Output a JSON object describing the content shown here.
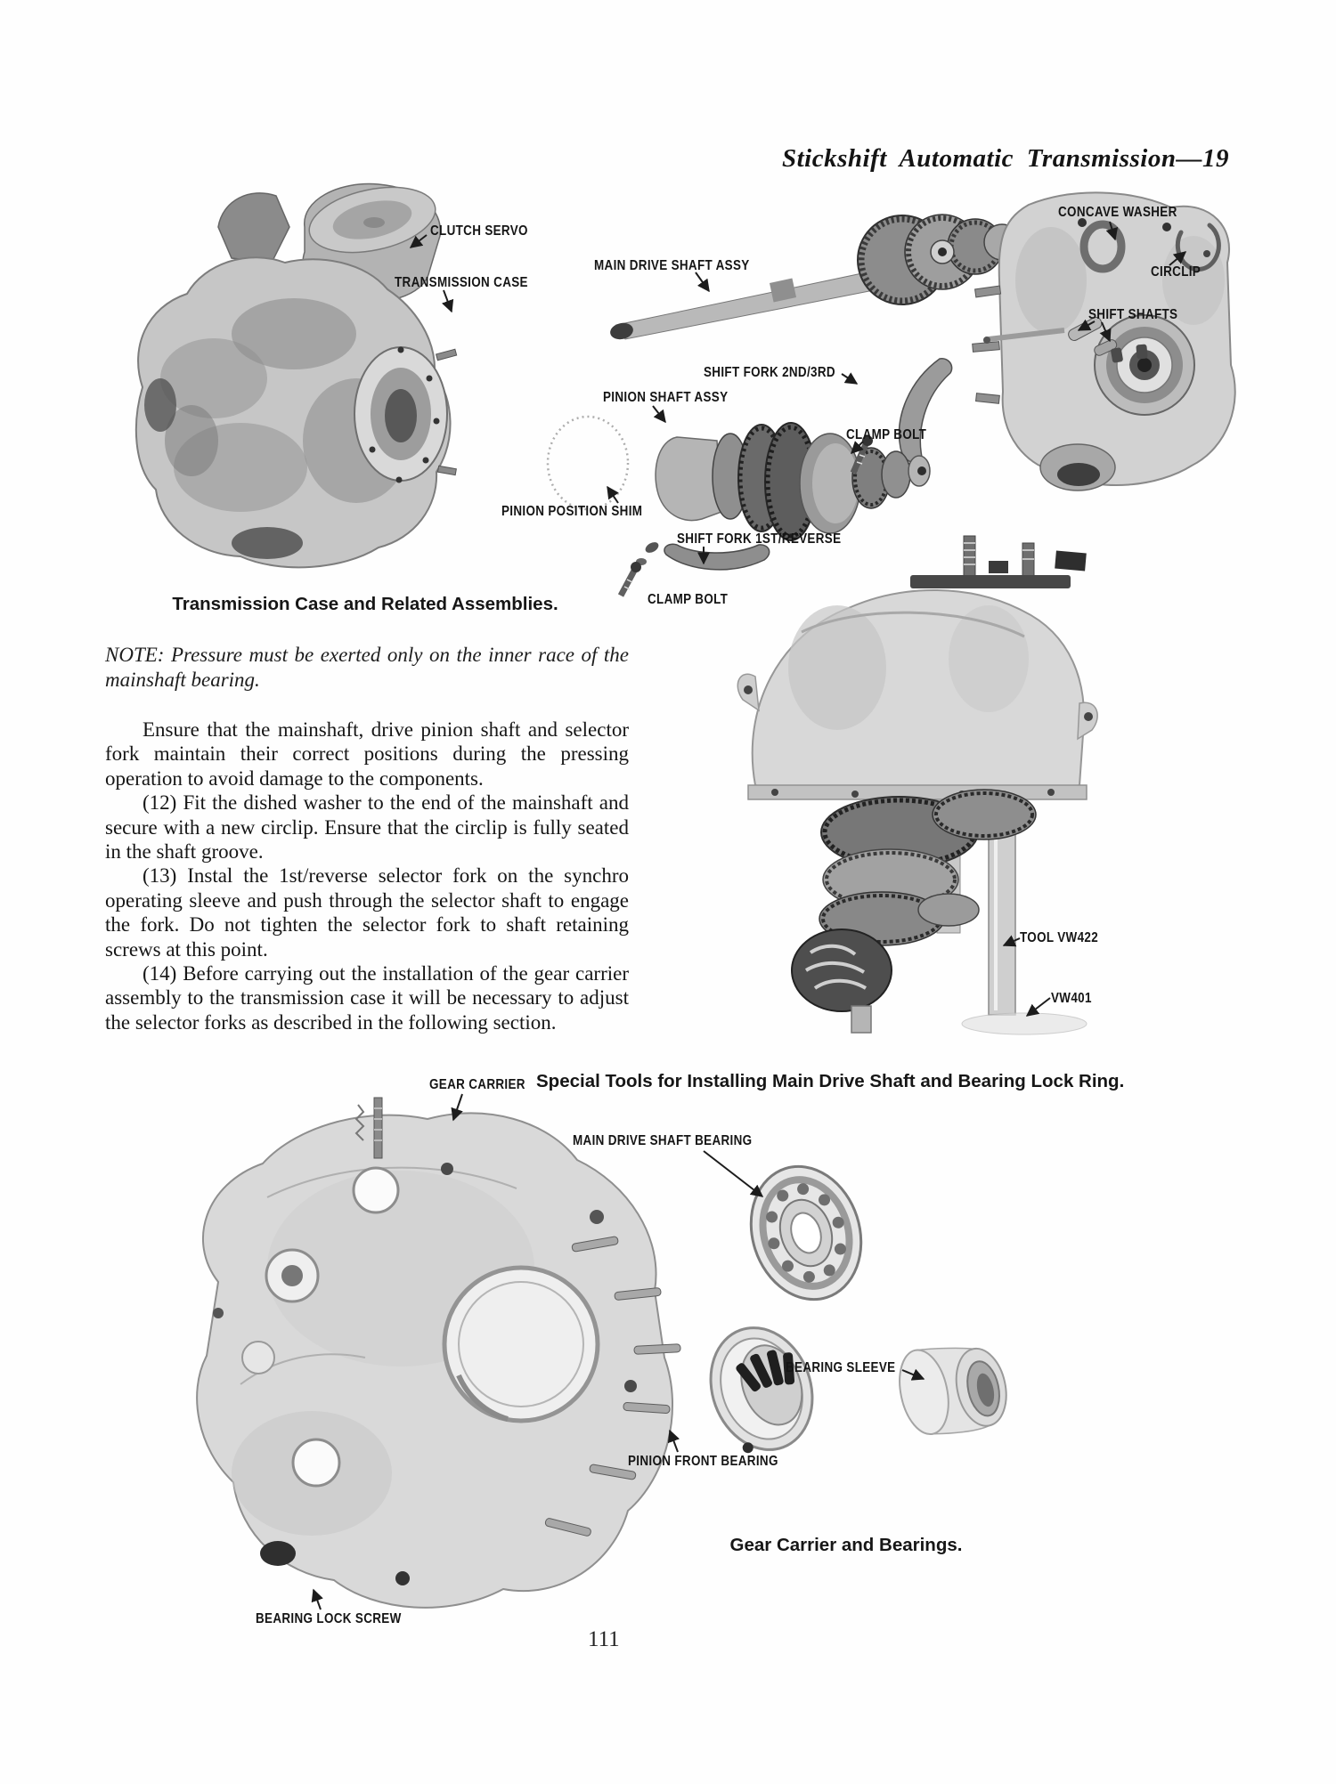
{
  "page": {
    "header": "Stickshift Automatic Transmission—19",
    "page_number": "111"
  },
  "figure1": {
    "caption": "Transmission Case and Related Assemblies.",
    "labels": {
      "clutch_servo": "CLUTCH SERVO",
      "transmission_case": "TRANSMISSION CASE",
      "main_drive_shaft_assy": "MAIN DRIVE SHAFT ASSY",
      "concave_washer": "CONCAVE WASHER",
      "circlip": "CIRCLIP",
      "shift_shafts": "SHIFT SHAFTS",
      "shift_fork_2nd_3rd": "SHIFT FORK 2ND/3RD",
      "pinion_shaft_assy": "PINION SHAFT ASSY",
      "clamp_bolt_upper": "CLAMP BOLT",
      "pinion_position_shim": "PINION POSITION SHIM",
      "shift_fork_1st_reverse": "SHIFT FORK 1ST/REVERSE",
      "clamp_bolt_lower": "CLAMP BOLT"
    }
  },
  "body": {
    "note": "NOTE: Pressure must be exerted only on the inner race of the mainshaft bearing.",
    "para_ensure": "Ensure that the mainshaft, drive pinion shaft and selector fork maintain their correct positions during the pressing operation to avoid damage to the components.",
    "para_12": "(12) Fit the dished washer to the end of the mainshaft and secure with a new circlip. Ensure that the circlip is fully seated in the shaft groove.",
    "para_13": "(13) Instal the 1st/reverse selector fork on the synchro operating sleeve and push through the selector shaft to engage the fork. Do not tighten the selector fork to shaft retaining screws at this point.",
    "para_14": "(14) Before carrying out the installation of the gear carrier assembly to the transmission case it will be necessary to adjust the selector forks as described in the following section."
  },
  "figure2": {
    "caption": "Special Tools for Installing Main Drive Shaft and Bearing Lock Ring.",
    "labels": {
      "tool_vw422": "TOOL VW422",
      "vw401": "VW401"
    }
  },
  "figure3": {
    "caption": "Gear Carrier and Bearings.",
    "labels": {
      "gear_carrier": "GEAR CARRIER",
      "main_drive_shaft_bearing": "MAIN DRIVE SHAFT BEARING",
      "bearing_sleeve": "BEARING SLEEVE",
      "pinion_front_bearing": "PINION FRONT BEARING",
      "bearing_lock_screw": "BEARING LOCK SCREW"
    }
  }
}
